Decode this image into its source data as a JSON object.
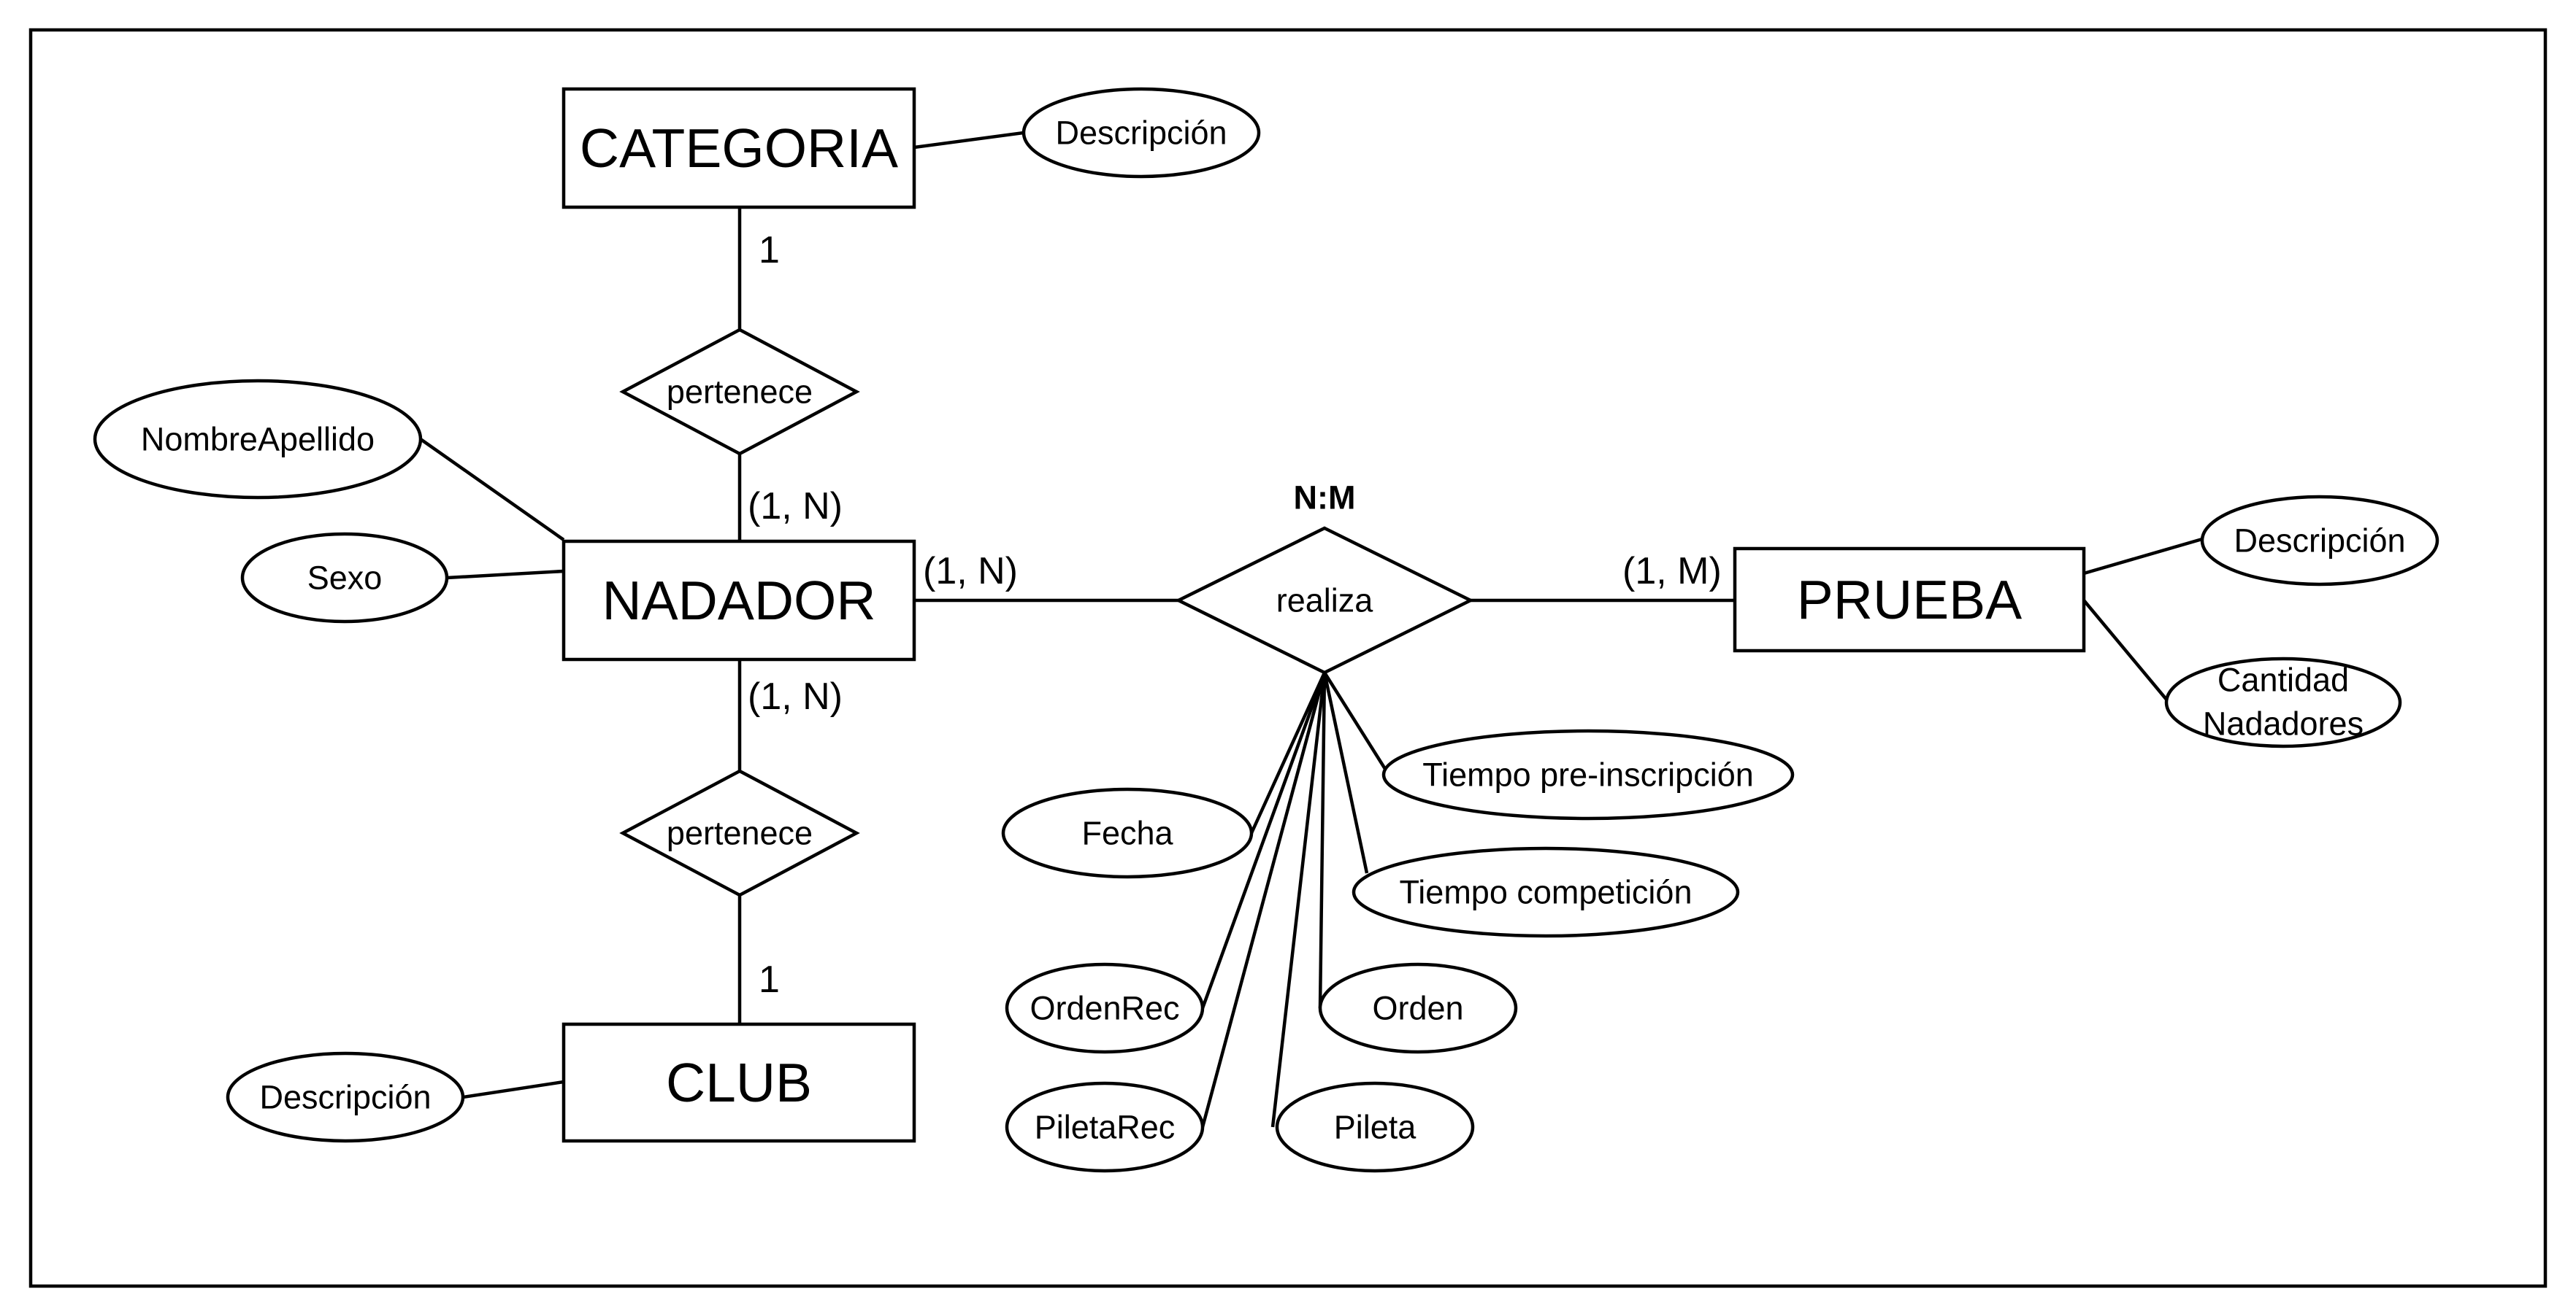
{
  "entities": {
    "categoria": "CATEGORIA",
    "nadador": "NADADOR",
    "club": "CLUB",
    "prueba": "PRUEBA"
  },
  "relationships": {
    "pertenece_categoria": "pertenece",
    "pertenece_club": "pertenece",
    "realiza": "realiza"
  },
  "relationship_type": "N:M",
  "attributes": {
    "categoria_descripcion": "Descripción",
    "nadador_nombre_apellido": "NombreApellido",
    "nadador_sexo": "Sexo",
    "club_descripcion": "Descripción",
    "prueba_descripcion": "Descripción",
    "prueba_cantidad_line1": "Cantidad",
    "prueba_cantidad_line2": "Nadadores",
    "realiza_fecha": "Fecha",
    "realiza_orden_rec": "OrdenRec",
    "realiza_pileta_rec": "PiletaRec",
    "realiza_tiempo_pre": "Tiempo pre-inscripción",
    "realiza_tiempo_comp": "Tiempo competición",
    "realiza_orden": "Orden",
    "realiza_pileta": "Pileta"
  },
  "cardinalities": {
    "categoria_side": "1",
    "nadador_to_categoria": "(1, N)",
    "nadador_to_club": "(1, N)",
    "club_side": "1",
    "nadador_to_realiza": "(1, N)",
    "prueba_to_realiza": "(1, M)"
  },
  "colors": {
    "stroke": "#000000",
    "background": "#ffffff"
  }
}
